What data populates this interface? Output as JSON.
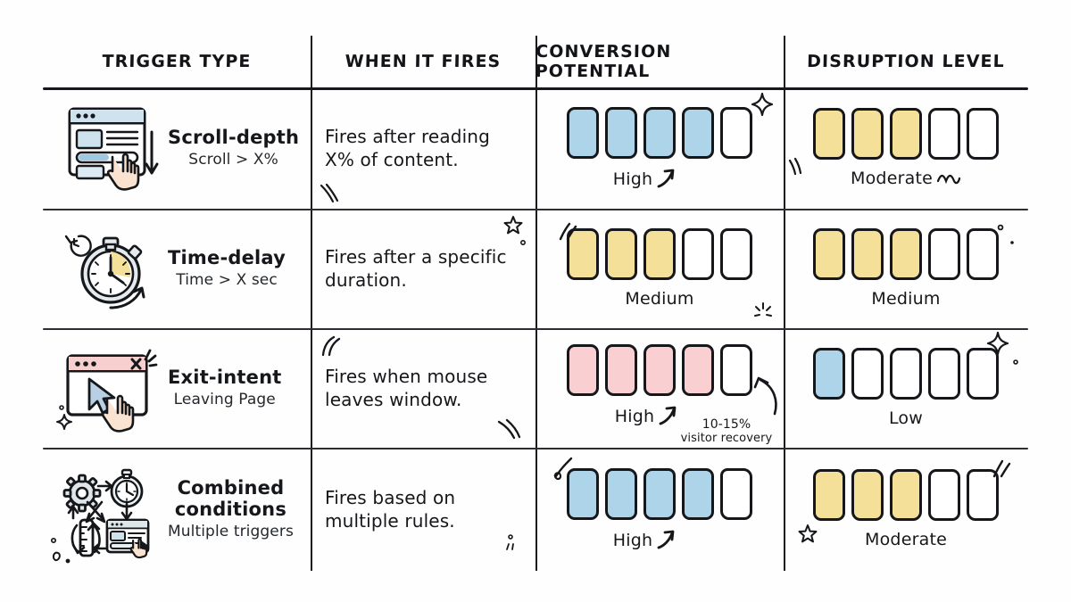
{
  "table": {
    "columns": [
      {
        "id": "trigger-type",
        "label": "TRIGGER TYPE"
      },
      {
        "id": "when-it-fires",
        "label": "WHEN IT FIRES"
      },
      {
        "id": "conversion-potential",
        "label": "CONVERSION POTENTIAL"
      },
      {
        "id": "disruption-level",
        "label": "DISRUPTION LEVEL"
      }
    ],
    "rows": [
      {
        "id": "scroll-depth",
        "icon": "browser-scroll-icon",
        "title": "Scroll-depth",
        "subtitle": "Scroll > X%",
        "when": "Fires after reading X% of content.",
        "conversion": {
          "label": "High",
          "filled": 4,
          "total": 5,
          "color": "#aed4ea",
          "marker": "up-arrow"
        },
        "disruption": {
          "label": "Moderate",
          "filled": 3,
          "total": 5,
          "color": "#f5e09a",
          "marker": "squiggle"
        }
      },
      {
        "id": "time-delay",
        "icon": "stopwatch-icon",
        "title": "Time-delay",
        "subtitle": "Time > X sec",
        "when": "Fires after a specific duration.",
        "conversion": {
          "label": "Medium",
          "filled": 3,
          "total": 5,
          "color": "#f5e09a",
          "marker": "none"
        },
        "disruption": {
          "label": "Medium",
          "filled": 3,
          "total": 5,
          "color": "#f5e09a",
          "marker": "none"
        }
      },
      {
        "id": "exit-intent",
        "icon": "browser-exit-icon",
        "title": "Exit-intent",
        "subtitle": "Leaving Page",
        "when": "Fires when mouse leaves window.",
        "conversion": {
          "label": "High",
          "filled": 4,
          "total": 5,
          "color": "#f9cfd2",
          "marker": "up-arrow",
          "annotation_line1": "10-15%",
          "annotation_line2": "visitor recovery"
        },
        "disruption": {
          "label": "Low",
          "filled": 1,
          "total": 5,
          "color": "#aed4ea",
          "marker": "none"
        }
      },
      {
        "id": "combined-conditions",
        "icon": "combined-triggers-icon",
        "title": "Combined conditions",
        "subtitle": "Multiple triggers",
        "when": "Fires based on multiple rules.",
        "conversion": {
          "label": "High",
          "filled": 4,
          "total": 5,
          "color": "#aed4ea",
          "marker": "up-arrow"
        },
        "disruption": {
          "label": "Moderate",
          "filled": 3,
          "total": 5,
          "color": "#f5e09a",
          "marker": "none"
        }
      }
    ]
  },
  "palette": {
    "ink": "#15171a",
    "blue": "#aed4ea",
    "yellow": "#f5e09a",
    "pink": "#f9cfd2",
    "paper": "#fefefe"
  }
}
